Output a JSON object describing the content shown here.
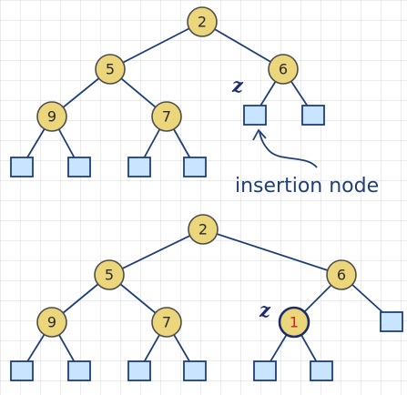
{
  "top_tree": {
    "root": "2",
    "left": "5",
    "right": "6",
    "left_left": "9",
    "left_right": "7",
    "z_label": "z"
  },
  "annotation": "insertion node",
  "bottom_tree": {
    "root": "2",
    "left": "5",
    "right": "6",
    "left_left": "9",
    "left_right": "7",
    "inserted": "1",
    "z_label": "z"
  },
  "colors": {
    "node_fill": "#ecd67c",
    "edge": "#1f3f78",
    "leaf_fill": "#c9e4ff",
    "inserted_key": "#c4281c"
  }
}
